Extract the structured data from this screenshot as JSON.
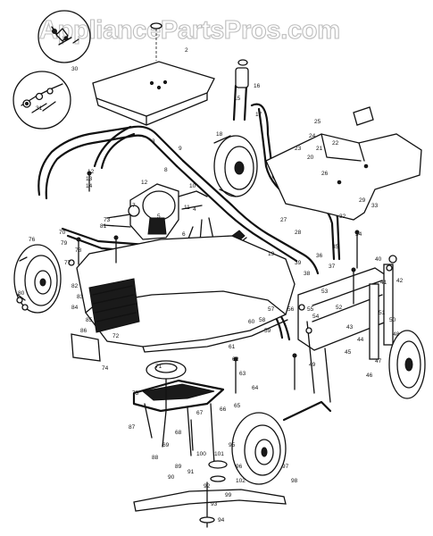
{
  "watermark": {
    "text": "AppliancePartsPros.com"
  },
  "callouts": [
    {
      "key": "c1",
      "text": "2"
    },
    {
      "key": "c2",
      "text": "30"
    },
    {
      "key": "c3",
      "text": "31"
    },
    {
      "key": "c4",
      "text": "15"
    },
    {
      "key": "c5",
      "text": "17"
    },
    {
      "key": "c6",
      "text": "16"
    },
    {
      "key": "c7",
      "text": "18"
    },
    {
      "key": "c8",
      "text": "21"
    },
    {
      "key": "c9",
      "text": "22"
    },
    {
      "key": "c10",
      "text": "20"
    },
    {
      "key": "c11",
      "text": "26"
    },
    {
      "key": "c12",
      "text": "12"
    },
    {
      "key": "c13",
      "text": "13"
    },
    {
      "key": "c14",
      "text": "14"
    },
    {
      "key": "c15",
      "text": "8"
    },
    {
      "key": "c16",
      "text": "10"
    },
    {
      "key": "c17",
      "text": "11"
    },
    {
      "key": "c18",
      "text": "12"
    },
    {
      "key": "c19",
      "text": "4"
    },
    {
      "key": "c20",
      "text": "5"
    },
    {
      "key": "c21",
      "text": "7"
    },
    {
      "key": "c22",
      "text": "73"
    },
    {
      "key": "c23",
      "text": "70"
    },
    {
      "key": "c24",
      "text": "79"
    },
    {
      "key": "c25",
      "text": "78"
    },
    {
      "key": "c26",
      "text": "77"
    },
    {
      "key": "c27",
      "text": "76"
    },
    {
      "key": "c28",
      "text": "29"
    },
    {
      "key": "c29",
      "text": "33"
    },
    {
      "key": "c30",
      "text": "34"
    },
    {
      "key": "c31",
      "text": "35"
    },
    {
      "key": "c32",
      "text": "36"
    },
    {
      "key": "c33",
      "text": "38"
    },
    {
      "key": "c34",
      "text": "39"
    },
    {
      "key": "c35",
      "text": "40"
    },
    {
      "key": "c36",
      "text": "41"
    },
    {
      "key": "c37",
      "text": "42"
    },
    {
      "key": "c38",
      "text": "43"
    },
    {
      "key": "c39",
      "text": "44"
    },
    {
      "key": "c40",
      "text": "45"
    },
    {
      "key": "c41",
      "text": "48"
    },
    {
      "key": "c42",
      "text": "50"
    },
    {
      "key": "c43",
      "text": "51"
    },
    {
      "key": "c44",
      "text": "52"
    },
    {
      "key": "c45",
      "text": "53"
    },
    {
      "key": "c46",
      "text": "54"
    },
    {
      "key": "c47",
      "text": "55"
    },
    {
      "key": "c48",
      "text": "56"
    },
    {
      "key": "c49",
      "text": "57"
    },
    {
      "key": "c50",
      "text": "58"
    },
    {
      "key": "c51",
      "text": "59"
    },
    {
      "key": "c52",
      "text": "60"
    },
    {
      "key": "c53",
      "text": "61"
    },
    {
      "key": "c54",
      "text": "62"
    },
    {
      "key": "c55",
      "text": "63"
    },
    {
      "key": "c56",
      "text": "64"
    },
    {
      "key": "c57",
      "text": "65"
    },
    {
      "key": "c58",
      "text": "66"
    },
    {
      "key": "c59",
      "text": "67"
    },
    {
      "key": "c60",
      "text": "68"
    },
    {
      "key": "c61",
      "text": "69"
    },
    {
      "key": "c62",
      "text": "71"
    },
    {
      "key": "c63",
      "text": "72"
    },
    {
      "key": "c64",
      "text": "74"
    },
    {
      "key": "c65",
      "text": "75"
    },
    {
      "key": "c66",
      "text": "80"
    },
    {
      "key": "c67",
      "text": "81"
    },
    {
      "key": "c68",
      "text": "82"
    },
    {
      "key": "c69",
      "text": "83"
    },
    {
      "key": "c70",
      "text": "84"
    },
    {
      "key": "c71",
      "text": "85"
    },
    {
      "key": "c72",
      "text": "86"
    },
    {
      "key": "c73",
      "text": "87"
    },
    {
      "key": "c74",
      "text": "88"
    },
    {
      "key": "c75",
      "text": "89"
    },
    {
      "key": "c76",
      "text": "90"
    },
    {
      "key": "c77",
      "text": "91"
    },
    {
      "key": "c78",
      "text": "92"
    },
    {
      "key": "c79",
      "text": "93"
    },
    {
      "key": "c80",
      "text": "94"
    },
    {
      "key": "c81",
      "text": "95"
    },
    {
      "key": "c82",
      "text": "96"
    },
    {
      "key": "c83",
      "text": "97"
    },
    {
      "key": "c84",
      "text": "98"
    },
    {
      "key": "c85",
      "text": "99"
    },
    {
      "key": "c86",
      "text": "100"
    },
    {
      "key": "c87",
      "text": "101"
    },
    {
      "key": "c88",
      "text": "102"
    },
    {
      "key": "c89",
      "text": "3"
    },
    {
      "key": "c90",
      "text": "9"
    },
    {
      "key": "c91",
      "text": "6"
    },
    {
      "key": "c92",
      "text": "19"
    },
    {
      "key": "c93",
      "text": "23"
    },
    {
      "key": "c94",
      "text": "24"
    },
    {
      "key": "c95",
      "text": "25"
    },
    {
      "key": "c96",
      "text": "27"
    },
    {
      "key": "c97",
      "text": "28"
    },
    {
      "key": "c98",
      "text": "32"
    },
    {
      "key": "c99",
      "text": "37"
    },
    {
      "key": "c100",
      "text": "46"
    },
    {
      "key": "c101",
      "text": "47"
    },
    {
      "key": "c102",
      "text": "49"
    }
  ]
}
